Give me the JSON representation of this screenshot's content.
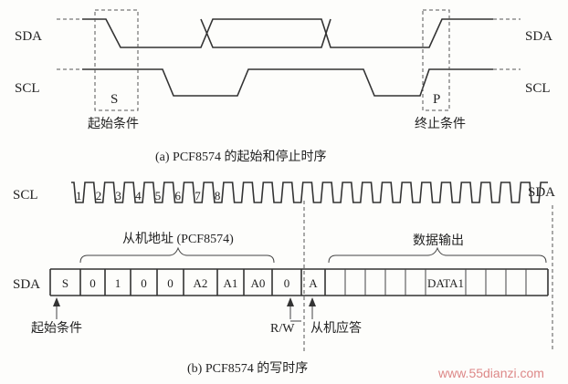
{
  "part_a": {
    "sda_left": "SDA",
    "sda_right": "SDA",
    "scl_left": "SCL",
    "scl_right": "SCL",
    "start_mark": "S",
    "stop_mark": "P",
    "start_label": "起始条件",
    "stop_label": "终止条件",
    "caption": "(a)  PCF8574 的起始和停止时序"
  },
  "part_b": {
    "scl_left": "SCL",
    "scl_right": "SDA",
    "sda_left": "SDA",
    "clock_numbers": [
      "1",
      "2",
      "3",
      "4",
      "5",
      "6",
      "7",
      "8"
    ],
    "slave_addr_label": "从机地址 (PCF8574)",
    "data_out_label": "数据输出",
    "frame_cells": [
      "S",
      "0",
      "1",
      "0",
      "0",
      "A2",
      "A1",
      "A0",
      "0",
      "A"
    ],
    "data_cell": "DATA1",
    "start_label": "起始条件",
    "rw_label": "R/W",
    "ack_label": "从机应答",
    "caption": "(b)  PCF8574 的写时序"
  },
  "watermark": "www.55dianzi.com"
}
